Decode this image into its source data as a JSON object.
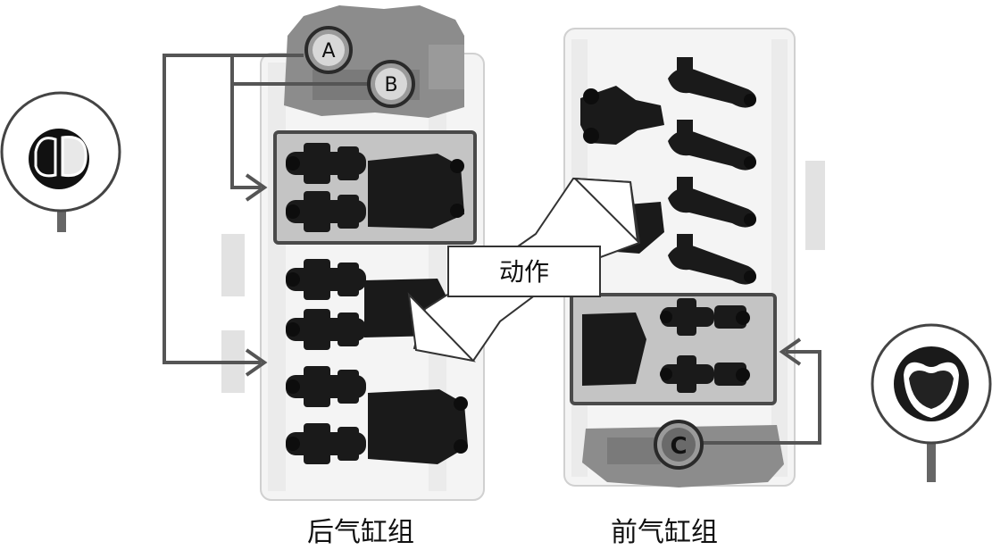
{
  "labels": {
    "valve_a": "A",
    "valve_b": "B",
    "valve_c": "C",
    "action": "动作",
    "rear_bank": "后气缸组",
    "front_bank": "前气缸组"
  },
  "colors": {
    "line": "#555555",
    "rocker": "#1a1a1a",
    "highlight_fill": "#bdbdbd",
    "highlight_border": "#4a4a4a",
    "housing": "#8c8c8c"
  }
}
